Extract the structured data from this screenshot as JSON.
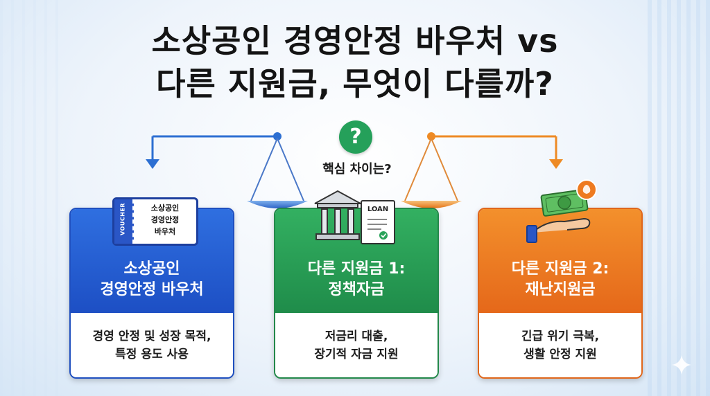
{
  "title": {
    "line1": "소상공인 경영안정 바우처 vs",
    "line2": "다른 지원금, 무엇이 다를까?"
  },
  "center": {
    "question_mark": "?",
    "core_label": "핵심 차이는?"
  },
  "cards": [
    {
      "header_line1": "소상공인",
      "header_line2": "경영안정 바우처",
      "body_line1": "경영 안정 및 성장 목적,",
      "body_line2": "특정 용도 사용",
      "icon": "voucher-ticket-icon",
      "icon_label_stub": "VOUCHER",
      "icon_text_line1": "소상공인",
      "icon_text_line2": "경영안정",
      "icon_text_line3": "바우처",
      "color": "#1d4fc4"
    },
    {
      "header_line1": "다른 지원금 1:",
      "header_line2": "정책자금",
      "body_line1": "저금리 대출,",
      "body_line2": "장기적 자금 지원",
      "icon": "bank-loan-icon",
      "icon_text": "LOAN",
      "color": "#1f8c4a"
    },
    {
      "header_line1": "다른 지원금 2:",
      "header_line2": "재난지원금",
      "body_line1": "긴급 위기 극복,",
      "body_line2": "생활 안정 지원",
      "icon": "hand-money-icon",
      "color": "#e5681a"
    }
  ],
  "colors": {
    "blue": "#1d4fc4",
    "green": "#25a05a",
    "orange": "#e5681a"
  }
}
